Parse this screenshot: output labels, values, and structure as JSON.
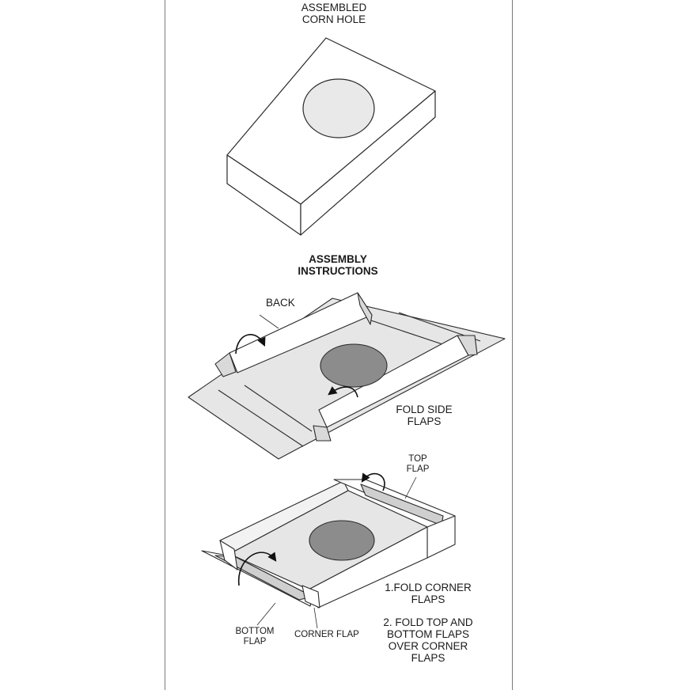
{
  "assembled_title": {
    "line1": "ASSEMBLED",
    "line2": "CORN HOLE"
  },
  "instructions_title": {
    "line1": "ASSEMBLY",
    "line2": "INSTRUCTIONS"
  },
  "step1": {
    "back_label": "BACK",
    "fold_side": {
      "line1": "FOLD SIDE",
      "line2": "FLAPS"
    }
  },
  "step2": {
    "top_flap": {
      "line1": "TOP",
      "line2": "FLAP"
    },
    "bottom_flap": {
      "line1": "BOTTOM",
      "line2": "FLAP"
    },
    "corner_flap": "CORNER FLAP",
    "instruction1": {
      "line1": "1.FOLD CORNER",
      "line2": "FLAPS"
    },
    "instruction2": {
      "line1": "2. FOLD TOP AND",
      "line2": "BOTTOM FLAPS",
      "line3": "OVER CORNER",
      "line4": "FLAPS"
    }
  },
  "colors": {
    "outline": "#2a2a2a",
    "panel_fill": "#e6e6e6",
    "hole_light": "#e9e9e9",
    "hole_dark": "#8c8c8c",
    "border": "#7a7a7a"
  }
}
